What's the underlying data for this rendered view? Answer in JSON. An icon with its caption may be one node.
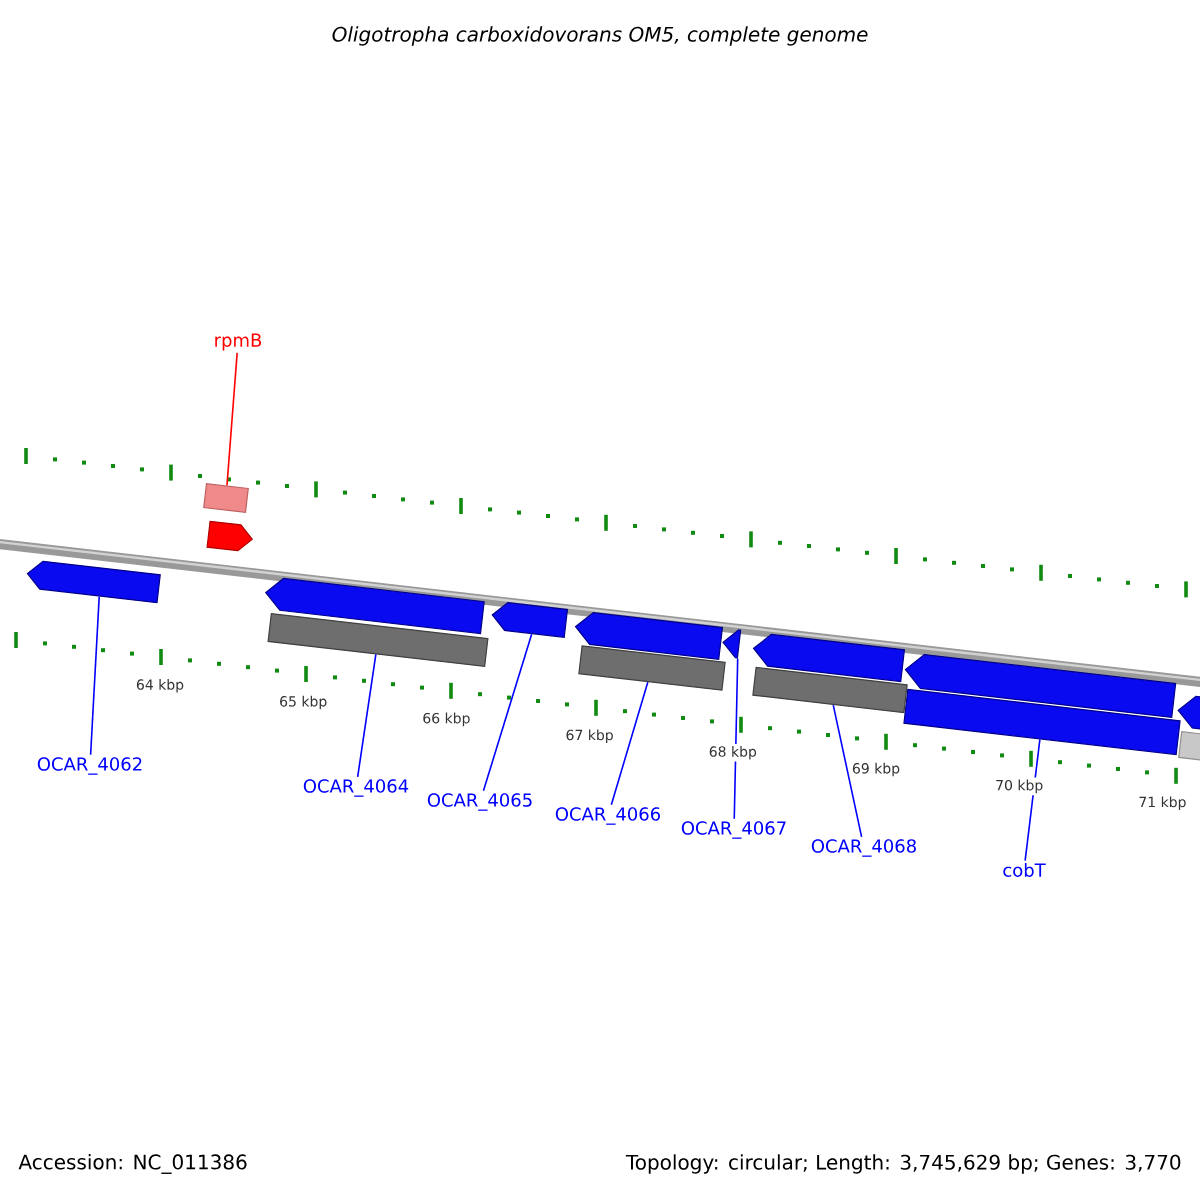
{
  "diagram": {
    "title": "Oligotropha carboxidovorans OM5, complete genome",
    "nodes": [
      {
        "text": [
          "rpmB"
        ]
      },
      {
        "text": [
          "OCAR_4062"
        ]
      },
      {
        "text": [
          "OCAR_4064"
        ]
      },
      {
        "text": [
          "OCAR_4065"
        ]
      },
      {
        "text": [
          "OCAR_4066"
        ]
      },
      {
        "text": [
          "OCAR_4067"
        ]
      },
      {
        "text": [
          "OCAR_4068"
        ]
      },
      {
        "text": [
          "cobT"
        ]
      },
      {
        "text": [],
        "shape": "bar"
      },
      {
        "text": [],
        "shape": "pentagon"
      },
      {
        "text": [],
        "shape": "pentagon"
      },
      {
        "text": [],
        "shape": "pentagon"
      },
      {
        "text": [],
        "shape": "bar"
      },
      {
        "text": [],
        "shape": "pentagon"
      },
      {
        "text": [],
        "shape": "pentagon"
      },
      {
        "text": [],
        "shape": "bar"
      },
      {
        "text": [],
        "shape": "pentagon"
      },
      {
        "text": [],
        "shape": "pentagon"
      },
      {
        "text": [],
        "shape": "bar"
      },
      {
        "text": [],
        "shape": "pentagon"
      },
      {
        "text": [],
        "shape": "bar"
      },
      {
        "text": [],
        "shape": "pentagon"
      },
      {
        "text": [],
        "shape": "bar"
      }
    ],
    "edges": [
      {
        "from": 0,
        "to": 8,
        "arrow": "none",
        "color": "#ff0000"
      },
      {
        "from": 1,
        "to": 10,
        "arrow": "none"
      },
      {
        "from": 2,
        "to": 12,
        "arrow": "none"
      },
      {
        "from": 3,
        "to": 13,
        "arrow": "none"
      },
      {
        "from": 4,
        "to": 15,
        "arrow": "none"
      },
      {
        "from": 5,
        "to": 16,
        "arrow": "none"
      },
      {
        "from": 6,
        "to": 18,
        "arrow": "none"
      },
      {
        "from": 7,
        "to": 20,
        "arrow": "none"
      }
    ],
    "labels": [
      "64 kbp",
      "65 kbp",
      "66 kbp",
      "67 kbp",
      "68 kbp",
      "69 kbp",
      "70 kbp",
      "71 kbp",
      "Accession: NC_011386",
      "Topology: circular; Length: 3,745,629 bp; Genes: 3,770"
    ]
  }
}
